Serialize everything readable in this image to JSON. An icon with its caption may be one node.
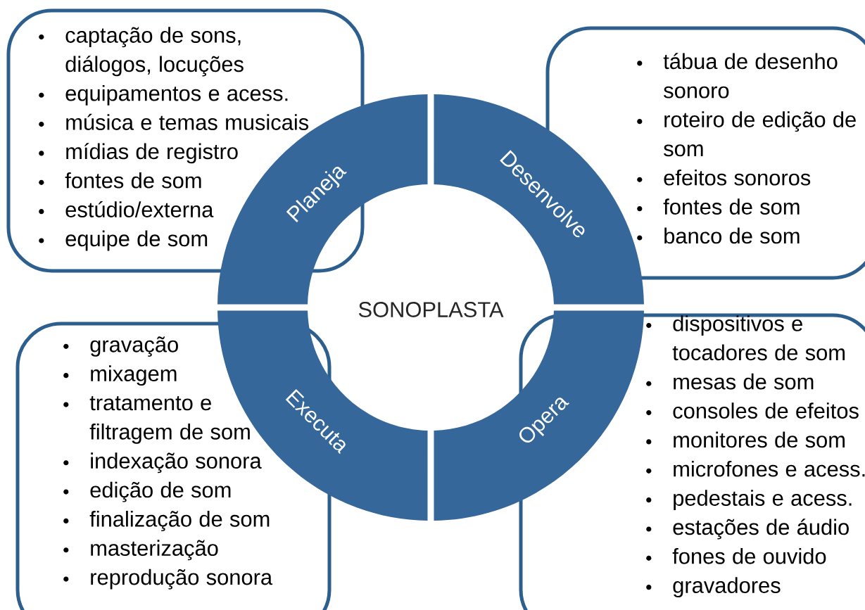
{
  "diagram": {
    "nodes": [
      {
        "text": [
          "captação de sons, diálogos, locuções",
          "equipamentos e acess.",
          "música e temas musicais",
          "mídias de registro",
          "fontes de som",
          "estúdio/externa",
          "equipe de som"
        ]
      },
      {
        "text": [
          "tábua de desenho sonoro",
          "roteiro de edição de som",
          "efeitos sonoros",
          "fontes de som",
          "banco de som"
        ]
      },
      {
        "text": [
          "Planeja"
        ]
      },
      {
        "text": [
          "Desenvolve"
        ]
      },
      {
        "text": [
          "SONOPLASTA"
        ]
      },
      {
        "text": [
          "Executa"
        ]
      },
      {
        "text": [
          "Opera"
        ]
      },
      {
        "text": [
          "gravação",
          "mixagem",
          "tratamento e filtragem de som",
          "indexação sonora",
          "edição de som",
          "finalização de som",
          "masterização",
          "reprodução sonora"
        ]
      },
      {
        "text": [
          "dispositivos e tocadores de som",
          "mesas de som",
          "consoles de efeitos",
          "monitores de som",
          "microfones e acess.",
          "pedestais e acess.",
          "estações de áudio",
          "fones de ouvido",
          "gravadores"
        ]
      }
    ]
  }
}
